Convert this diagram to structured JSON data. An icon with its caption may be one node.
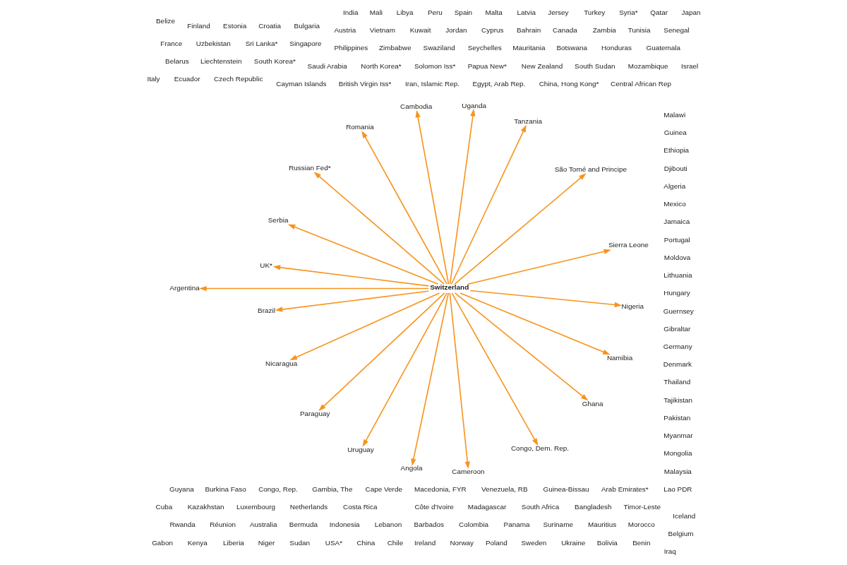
{
  "diagram": {
    "nodes": [
      {
        "text": [
          "Argentina"
        ]
      },
      {
        "text": [
          "Barbados"
        ]
      },
      {
        "text": [
          "Belize"
        ]
      },
      {
        "text": [
          "Bolivia"
        ]
      },
      {
        "text": [
          "Brazil"
        ]
      },
      {
        "text": [
          "British Virgin Iss*"
        ]
      },
      {
        "text": [
          "Cayman Islands"
        ]
      },
      {
        "text": [
          "Chile"
        ]
      },
      {
        "text": [
          "Colombia"
        ]
      },
      {
        "text": [
          "Costa Rica"
        ]
      },
      {
        "text": [
          "Cuba"
        ]
      },
      {
        "text": [
          "Ecuador"
        ]
      },
      {
        "text": [
          "Guatemala"
        ]
      },
      {
        "text": [
          "Guyana"
        ]
      },
      {
        "text": [
          "Honduras"
        ]
      },
      {
        "text": [
          "Jamaica"
        ]
      },
      {
        "text": [
          "Mexico"
        ]
      },
      {
        "text": [
          "Nicaragua"
        ]
      },
      {
        "text": [
          "Panama"
        ]
      },
      {
        "text": [
          "Paraguay"
        ]
      },
      {
        "text": [
          "Peru"
        ]
      },
      {
        "text": [
          "Suriname"
        ]
      },
      {
        "text": [
          "Uruguay"
        ]
      },
      {
        "text": [
          "Venezuela, RB"
        ]
      },
      {
        "text": [
          "Algeria"
        ]
      },
      {
        "text": [
          "Angola"
        ]
      },
      {
        "text": [
          "Benin"
        ]
      },
      {
        "text": [
          "Botswana"
        ]
      },
      {
        "text": [
          "Burkina Faso"
        ]
      },
      {
        "text": [
          "Cameroon"
        ]
      },
      {
        "text": [
          "Cape Verde"
        ]
      },
      {
        "text": [
          "Central African Rep"
        ]
      },
      {
        "text": [
          "Congo, Dem. Rep."
        ]
      },
      {
        "text": [
          "Congo, Rep."
        ]
      },
      {
        "text": [
          "Côte d'Ivoire"
        ]
      },
      {
        "text": [
          "Djibouti"
        ]
      },
      {
        "text": [
          "Egypt, Arab Rep."
        ]
      },
      {
        "text": [
          "Ethiopia"
        ]
      },
      {
        "text": [
          "Gabon"
        ]
      },
      {
        "text": [
          "Gambia, The"
        ]
      },
      {
        "text": [
          "Ghana"
        ]
      },
      {
        "text": [
          "Guinea"
        ]
      },
      {
        "text": [
          "Guinea-Bissau"
        ]
      },
      {
        "text": [
          "Kenya"
        ]
      },
      {
        "text": [
          "Liberia"
        ]
      },
      {
        "text": [
          "Libya"
        ]
      },
      {
        "text": [
          "Madagascar"
        ]
      },
      {
        "text": [
          "Malawi"
        ]
      },
      {
        "text": [
          "Mali"
        ]
      },
      {
        "text": [
          "Mauritania"
        ]
      },
      {
        "text": [
          "Mauritius"
        ]
      },
      {
        "text": [
          "Morocco"
        ]
      },
      {
        "text": [
          "Mozambique"
        ]
      },
      {
        "text": [
          "Namibia"
        ]
      },
      {
        "text": [
          "Niger"
        ]
      },
      {
        "text": [
          "Nigeria"
        ]
      },
      {
        "text": [
          "Rwanda"
        ]
      },
      {
        "text": [
          "Réunion"
        ]
      },
      {
        "text": [
          "Senegal"
        ]
      },
      {
        "text": [
          "Seychelles"
        ]
      },
      {
        "text": [
          "Sierra Leone"
        ]
      },
      {
        "text": [
          "South Africa"
        ]
      },
      {
        "text": [
          "South Sudan"
        ]
      },
      {
        "text": [
          "Sudan"
        ]
      },
      {
        "text": [
          "Swaziland"
        ]
      },
      {
        "text": [
          "São Tomé and Principe"
        ]
      },
      {
        "text": [
          "Tanzania"
        ]
      },
      {
        "text": [
          "Tunisia"
        ]
      },
      {
        "text": [
          "Uganda"
        ]
      },
      {
        "text": [
          "Zambia"
        ]
      },
      {
        "text": [
          "Zimbabwe"
        ]
      },
      {
        "text": [
          "Australia"
        ]
      },
      {
        "text": [
          "New Zealand"
        ]
      },
      {
        "text": [
          "Papua New*"
        ]
      },
      {
        "text": [
          "Solomon Iss*"
        ]
      },
      {
        "text": [
          "Bermuda"
        ]
      },
      {
        "text": [
          "Canada"
        ]
      },
      {
        "text": [
          "USA*"
        ]
      },
      {
        "text": [
          "Arab Emirates*"
        ]
      },
      {
        "text": [
          "Bahrain"
        ]
      },
      {
        "text": [
          "Bangladesh"
        ]
      },
      {
        "text": [
          "Cambodia"
        ]
      },
      {
        "text": [
          "China"
        ]
      },
      {
        "text": [
          "China, Hong Kong*"
        ]
      },
      {
        "text": [
          "Cyprus"
        ]
      },
      {
        "text": [
          "India"
        ]
      },
      {
        "text": [
          "Indonesia"
        ]
      },
      {
        "text": [
          "Iran, Islamic Rep."
        ]
      },
      {
        "text": [
          "Iraq"
        ]
      },
      {
        "text": [
          "Israel"
        ]
      },
      {
        "text": [
          "Japan"
        ]
      },
      {
        "text": [
          "Jordan"
        ]
      },
      {
        "text": [
          "Kuwait"
        ]
      },
      {
        "text": [
          "Lao PDR"
        ]
      },
      {
        "text": [
          "Lebanon"
        ]
      },
      {
        "text": [
          "Malaysia"
        ]
      },
      {
        "text": [
          "Mongolia"
        ]
      },
      {
        "text": [
          "Myanmar"
        ]
      },
      {
        "text": [
          "North Korea*"
        ]
      },
      {
        "text": [
          "Pakistan"
        ]
      },
      {
        "text": [
          "Philippines"
        ]
      },
      {
        "text": [
          "Qatar"
        ]
      },
      {
        "text": [
          "Saudi Arabia"
        ]
      },
      {
        "text": [
          "Singapore"
        ]
      },
      {
        "text": [
          "South Korea*"
        ]
      },
      {
        "text": [
          "Sri Lanka*"
        ]
      },
      {
        "text": [
          "Syria*"
        ]
      },
      {
        "text": [
          "Tajikistan"
        ]
      },
      {
        "text": [
          "Thailand"
        ]
      },
      {
        "text": [
          "Timor-Leste"
        ]
      },
      {
        "text": [
          "Turkey"
        ]
      },
      {
        "text": [
          "Uzbekistan"
        ]
      },
      {
        "text": [
          "Vietnam"
        ]
      },
      {
        "text": [
          "Austria"
        ]
      },
      {
        "text": [
          "Belarus"
        ]
      },
      {
        "text": [
          "Belgium"
        ]
      },
      {
        "text": [
          "Bulgaria"
        ]
      },
      {
        "text": [
          "Croatia"
        ]
      },
      {
        "text": [
          "Czech Republic"
        ]
      },
      {
        "text": [
          "Denmark"
        ]
      },
      {
        "text": [
          "Estonia"
        ]
      },
      {
        "text": [
          "Finland"
        ]
      },
      {
        "text": [
          "France"
        ]
      },
      {
        "text": [
          "Germany"
        ]
      },
      {
        "text": [
          "Gibraltar"
        ]
      },
      {
        "text": [
          "Guernsey"
        ]
      },
      {
        "text": [
          "Hungary"
        ]
      },
      {
        "text": [
          "Iceland"
        ]
      },
      {
        "text": [
          "Ireland"
        ]
      },
      {
        "text": [
          "Italy"
        ]
      },
      {
        "text": [
          "Jersey"
        ]
      },
      {
        "text": [
          "Kazakhstan"
        ]
      },
      {
        "text": [
          "Latvia"
        ]
      },
      {
        "text": [
          "Liechtenstein"
        ]
      },
      {
        "text": [
          "Lithuania"
        ]
      },
      {
        "text": [
          "Luxembourg"
        ]
      },
      {
        "text": [
          "Macedonia, FYR"
        ]
      },
      {
        "text": [
          "Malta"
        ]
      },
      {
        "text": [
          "Moldova"
        ]
      },
      {
        "text": [
          "Netherlands"
        ]
      },
      {
        "text": [
          "Norway"
        ]
      },
      {
        "text": [
          "Poland"
        ]
      },
      {
        "text": [
          "Portugal"
        ]
      },
      {
        "text": [
          "Romania"
        ]
      },
      {
        "text": [
          "Russian Fed*"
        ]
      },
      {
        "text": [
          "Serbia"
        ]
      },
      {
        "text": [
          "Spain"
        ]
      },
      {
        "text": [
          "Sweden"
        ]
      },
      {
        "text": [
          "Switzerland"
        ]
      },
      {
        "text": [
          "UK*"
        ]
      },
      {
        "text": [
          "Ukraine"
        ]
      }
    ],
    "edges": [
      {
        "from": 148,
        "to": 149,
        "arrow": "to",
        "color": "#f7941d"
      },
      {
        "from": 148,
        "to": 0,
        "arrow": "to",
        "color": "#f7941d"
      },
      {
        "from": 148,
        "to": 4,
        "arrow": "to",
        "color": "#f7941d"
      },
      {
        "from": 148,
        "to": 17,
        "arrow": "to",
        "color": "#f7941d"
      },
      {
        "from": 148,
        "to": 19,
        "arrow": "to",
        "color": "#f7941d"
      },
      {
        "from": 148,
        "to": 22,
        "arrow": "to",
        "color": "#f7941d"
      },
      {
        "from": 148,
        "to": 25,
        "arrow": "to",
        "color": "#f7941d"
      },
      {
        "from": 148,
        "to": 29,
        "arrow": "to",
        "color": "#f7941d"
      },
      {
        "from": 148,
        "to": 32,
        "arrow": "to",
        "color": "#f7941d"
      },
      {
        "from": 148,
        "to": 40,
        "arrow": "to",
        "color": "#f7941d"
      },
      {
        "from": 148,
        "to": 53,
        "arrow": "to",
        "color": "#f7941d"
      },
      {
        "from": 148,
        "to": 55,
        "arrow": "to",
        "color": "#f7941d"
      },
      {
        "from": 148,
        "to": 60,
        "arrow": "to",
        "color": "#f7941d"
      },
      {
        "from": 148,
        "to": 65,
        "arrow": "to",
        "color": "#f7941d"
      },
      {
        "from": 148,
        "to": 66,
        "arrow": "to",
        "color": "#f7941d"
      },
      {
        "from": 148,
        "to": 68,
        "arrow": "to",
        "color": "#f7941d"
      },
      {
        "from": 148,
        "to": 81,
        "arrow": "to",
        "color": "#f7941d"
      },
      {
        "from": 148,
        "to": 143,
        "arrow": "to",
        "color": "#f7941d"
      },
      {
        "from": 148,
        "to": 144,
        "arrow": "to",
        "color": "#f7941d"
      },
      {
        "from": 148,
        "to": 145,
        "arrow": "to",
        "color": "#f7941d"
      }
    ]
  }
}
